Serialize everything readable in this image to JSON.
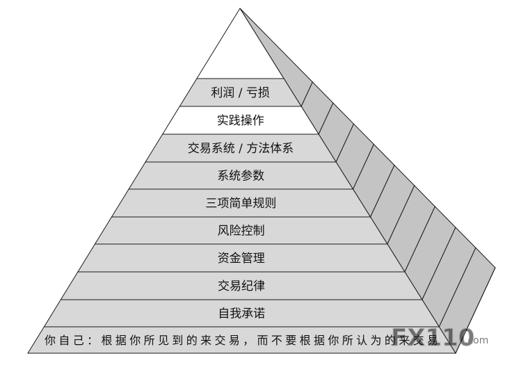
{
  "pyramid": {
    "layers": [
      {
        "label": "利润 / 亏损",
        "highlight": false
      },
      {
        "label": "实践操作",
        "highlight": true
      },
      {
        "label": "交易系统 / 方法体系",
        "highlight": false
      },
      {
        "label": "系统参数",
        "highlight": false
      },
      {
        "label": "三项简单规则",
        "highlight": false
      },
      {
        "label": "风险控制",
        "highlight": false
      },
      {
        "label": "资金管理",
        "highlight": false
      },
      {
        "label": "交易纪律",
        "highlight": false
      },
      {
        "label": "自我承诺",
        "highlight": false
      },
      {
        "label": "你自己：根据你所见到的来交易，而不要根据你所认为的来交易",
        "highlight": false
      }
    ],
    "colors": {
      "front_fill": "#d8d8d8",
      "highlight_fill": "#ffffff",
      "side_fill": "#c4c4c4",
      "top_fill": "#ffffff",
      "stroke": "#1a1a1a"
    }
  },
  "watermark": {
    "text": "FX110",
    "suffix": ".com"
  }
}
